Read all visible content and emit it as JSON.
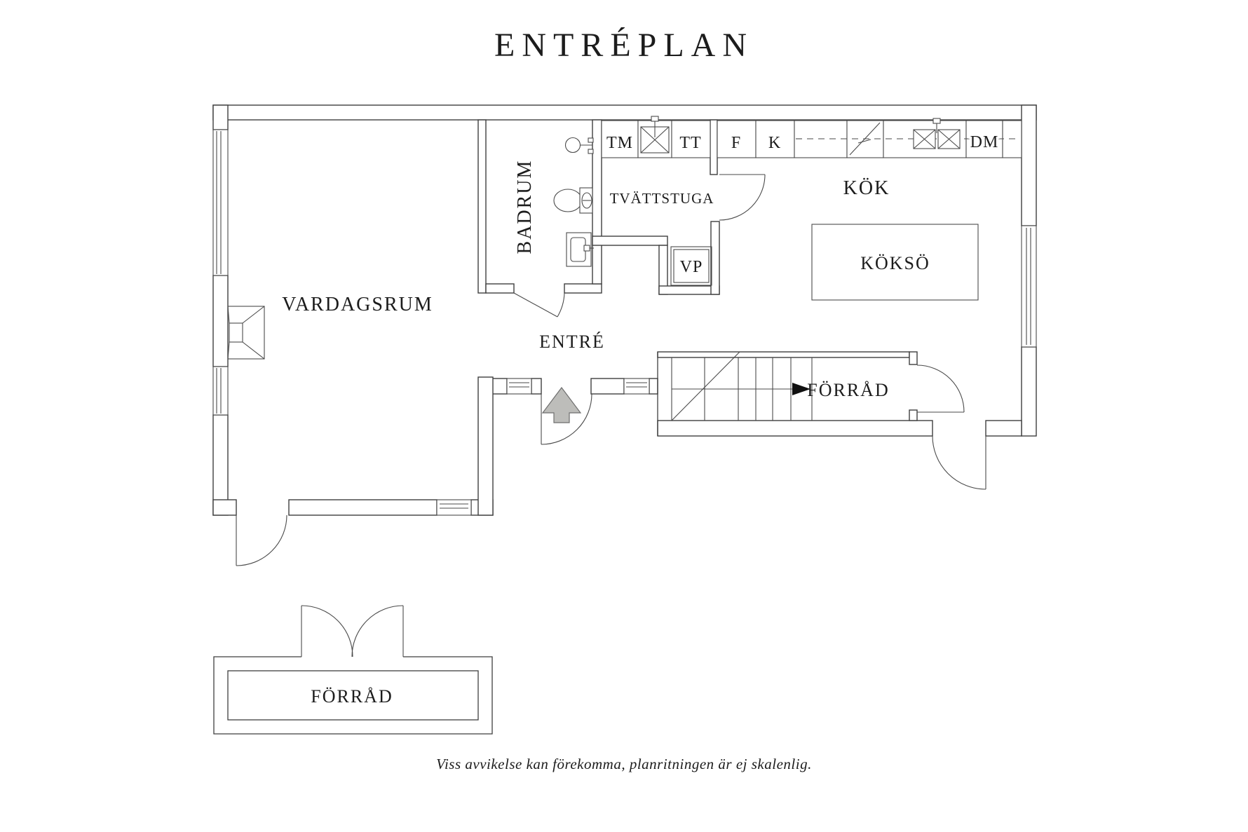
{
  "title": "ENTRÉPLAN",
  "footer": "Viss avvikelse kan förekomma, planritningen är ej skalenlig.",
  "colors": {
    "background": "#ffffff",
    "wall_line": "#3f3f3f",
    "text": "#1c1c1c",
    "entrance_arrow_fill": "#bdbdba",
    "entrance_arrow_stroke": "#6e6e6e",
    "stair_arrow_fill": "#111111"
  },
  "rooms": {
    "vardagsrum": {
      "label": "VARDAGSRUM"
    },
    "badrum": {
      "label": "BADRUM"
    },
    "tvattstuga": {
      "label": "TVÄTTSTUGA"
    },
    "entre": {
      "label": "ENTRÉ"
    },
    "kok": {
      "label": "KÖK"
    },
    "kokso": {
      "label": "KÖKSÖ"
    },
    "forrad_inner": {
      "label": "FÖRRÅD"
    },
    "forrad_annex": {
      "label": "FÖRRÅD"
    }
  },
  "appliances": {
    "washing_machine": "TM",
    "tumble_dryer": "TT",
    "fridge": "F",
    "freezer": "K",
    "dishwasher": "DM",
    "heat_pump": "VP"
  },
  "icons": {
    "shower": "shower-icon",
    "toilet": "toilet-icon",
    "bathroom_sink": "bathroom-sink-icon",
    "laundry_sink": "laundry-sink-icon",
    "kitchen_sink": "kitchen-double-sink-icon",
    "stove": "stove-icon",
    "fireplace": "fireplace-icon",
    "stair_direction": "stair-direction-arrow-icon",
    "entrance_direction": "entrance-arrow-icon"
  }
}
